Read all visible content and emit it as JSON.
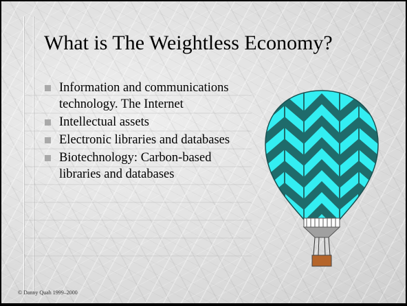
{
  "slide": {
    "title": "What is The Weightless Economy?",
    "bullets": [
      "Information and communications technology. The Internet",
      "Intellectual assets",
      "Electronic libraries and databases",
      "Biotechnology: Carbon-based libraries and databases"
    ],
    "footer": "© Danny Quah 1999–2000"
  },
  "colors": {
    "balloon_light": "#33eef2",
    "balloon_dark": "#1f6b6b",
    "basket": "#b5652a",
    "bullet": "#a9a9a9"
  },
  "icons": {
    "balloon": "hot-air-balloon-icon",
    "bullet": "square-bullet-icon"
  }
}
